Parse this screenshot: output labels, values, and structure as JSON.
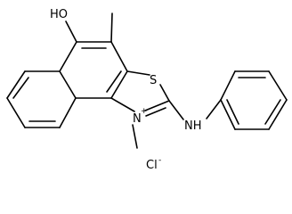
{
  "structure": {
    "atoms": {
      "hydroxyl": "HO",
      "sulfur": "S",
      "amine": "NH",
      "ring_nitrogen": "N",
      "ring_nitrogen_charge": "+",
      "counterion": "Cl",
      "counterion_charge": "-"
    },
    "colors": {
      "bond": "#000000",
      "label": "#000000",
      "background": "#ffffff"
    }
  }
}
